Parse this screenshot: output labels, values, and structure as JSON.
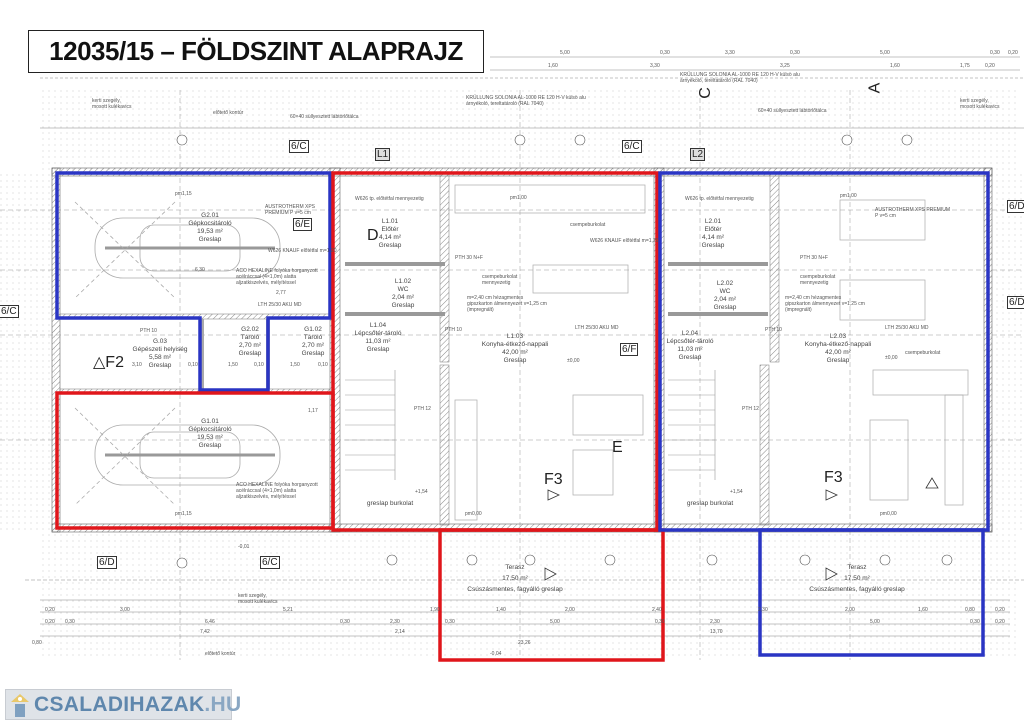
{
  "title": "12035/15 – FÖLDSZINT ALAPRAJZ",
  "colors": {
    "unit1": "#e0161b",
    "unit2": "#2a35c4",
    "walls": "#555555",
    "logo": "#5f87ad"
  },
  "rooms": [
    {
      "id": "G2.01",
      "name": "Gépkocsitároló",
      "area": "19,53 m²",
      "floor": "Greslap"
    },
    {
      "id": "G.03",
      "name": "Gépészeti helyiség",
      "area": "5,58 m²",
      "floor": "Greslap"
    },
    {
      "id": "G2.02",
      "name": "Tároló",
      "area": "2,70 m²",
      "floor": "Greslap"
    },
    {
      "id": "G1.02",
      "name": "Tároló",
      "area": "2,70 m²",
      "floor": "Greslap"
    },
    {
      "id": "G1.01",
      "name": "Gépkocsitároló",
      "area": "19,53 m²",
      "floor": "Greslap"
    },
    {
      "id": "L1.01",
      "name": "Előtér",
      "area": "4,14 m²",
      "floor": "Greslap"
    },
    {
      "id": "L1.02",
      "name": "WC",
      "area": "2,04 m²",
      "floor": "Greslap"
    },
    {
      "id": "L1.04",
      "name": "Lépcsőtér-tároló",
      "area": "11,03 m²",
      "floor": "Greslap"
    },
    {
      "id": "L1.03",
      "name": "Konyha-étkező-nappali",
      "area": "42,00 m²",
      "floor": "Greslap"
    },
    {
      "id": "L2.01",
      "name": "Előtér",
      "area": "4,14 m²",
      "floor": "Greslap"
    },
    {
      "id": "L2.02",
      "name": "WC",
      "area": "2,04 m²",
      "floor": "Greslap"
    },
    {
      "id": "L2.04",
      "name": "Lépcsőtér-tároló",
      "area": "11,03 m²",
      "floor": "Greslap"
    },
    {
      "id": "L2.03",
      "name": "Konyha-étkező-nappali",
      "area": "42,00 m²",
      "floor": "Greslap"
    },
    {
      "id": "Terasz",
      "name": "",
      "area": "17,50 m²",
      "floor": "Csúszásmentes, fagyálló greslap"
    },
    {
      "id": "Terasz",
      "name": "",
      "area": "17,50 m²",
      "floor": "Csúszásmentes, fagyálló greslap"
    }
  ],
  "tags": {
    "c6_1": "6/C",
    "c6_2": "6/C",
    "c6_3": "6/C",
    "c6_4": "6/C",
    "e6": "6/E",
    "f6": "6/F",
    "d6_1": "6/D",
    "d6_2": "6/D",
    "d6_3": "6/D",
    "l1": "L1",
    "l2": "L2"
  },
  "marks": {
    "f2": "△F2",
    "f3a": "F3",
    "f3b": "F3",
    "d": "D",
    "e": "E",
    "c": "C",
    "a": "A"
  },
  "notes": {
    "austro1": "AUSTROTHERM XPS PREMIUM P v=5 cm",
    "austro2": "AUSTROTHERM XPS PREMIUM P v=5 cm",
    "aco1": "ACO HEXALINE folyóka horganyzott acélráccsal (4×1,0m) alatta aljzatkiszelvés, mélyítéssel",
    "aco2": "ACO HEXALINE folyóka horganyzott acélráccsal (4×1,0m) alatta aljzatkiszelvés, mélyítéssel",
    "lth1": "LTH 25/30 AKU MD",
    "lth2": "LTH 25/30 AKU MD",
    "lth3": "LTH 25/30 AKU MD",
    "pth10a": "PTH 10",
    "pth10b": "PTH 10",
    "pth10c": "PTH 10",
    "pth30a": "PTH 30 N+F",
    "pth30b": "PTH 30 N+F",
    "pth12a": "PTH 12",
    "pth12b": "PTH 12",
    "knauf1": "W626 KNAUF előtétfal m=1,20",
    "knauf2": "W626 KNAUF előtétfal m=1,20",
    "w626a": "W626 tp. előtétfal mennyezetig",
    "w626b": "W626 tp. előtétfal mennyezetig",
    "csempe1": "csempeburkolat",
    "csempe2": "csempeburkolat",
    "csempe3": "csempeburkolat mennyezetig",
    "csempe4": "csempeburkolat mennyezetig",
    "gipsz1": "m=2,40 cm hézagmentes gipszkarton álmennyezet v=1,25 cm (impregnált)",
    "gipsz2": "m=2,40 cm hézagmentes gipszkarton álmennyezet v=1,25 cm (impregnált)",
    "greslap1": "greslap burkolat",
    "greslap2": "greslap burkolat",
    "kerti1": "kerti szegély, mosott kulékavics",
    "kerti2": "kerti szegély, mosott kulékavics",
    "kerti3": "kerti szegély, mosott kulékavics",
    "eloteto1": "előtető kontúr",
    "eloteto2": "előtető kontúr",
    "kruller1": "KRÜLLUNG SOLONIA AL-1000 RE 120 H-V külsö alu árnyékoló, tereltatároló (RAL 7040)",
    "kruller2": "KRÜLLUNG SOLONIA AL-1000 RE 120 H-V külsö alu árnyékoló, tereltatároló (RAL 7040)",
    "sulyesz1": "60×40 süllyesztett lábtörlőtálca",
    "sulyesz2": "60×40 süllyesztett lábtörlőtálca",
    "pm115a": "pm1,15",
    "pm115b": "pm1,15",
    "pm100a": "pm1,00",
    "pm100b": "pm1,00",
    "pm000a": "pm0,00",
    "pm000b": "pm0,00",
    "lev000a": "±0,00",
    "lev000b": "±0,00",
    "lev154a": "+1,54",
    "lev154b": "+1,54",
    "lev001": "-0,01",
    "lev004": "-0,04"
  },
  "dims": {
    "top1": [
      "5,00",
      "0,30",
      "3,30",
      "0,30",
      "5,00",
      "0,30",
      "0,20"
    ],
    "top2": [
      "1,60",
      "3,30",
      "3,25",
      "1,60",
      "1,75",
      "0,20"
    ],
    "bot1": [
      "0,20",
      "3,00",
      "5,21",
      "1,90",
      "1,40",
      "2,00",
      "2,40",
      "2,30",
      "2,00",
      "1,60",
      "0,80",
      "0,20"
    ],
    "bot2": [
      "0,20",
      "0,30",
      "6,46",
      "0,30",
      "2,30",
      "0,30",
      "5,00",
      "0,30",
      "2,30",
      "5,00",
      "0,30",
      "0,20"
    ],
    "bot3": [
      "7,42",
      "2,14",
      "13,70"
    ],
    "bot4": [
      "0,80",
      "23,26"
    ],
    "garage": [
      "6,30",
      "2,77",
      "1,17",
      "3,10",
      "0,10",
      "1,50",
      "0,10",
      "1,50",
      "0,10"
    ]
  },
  "logo": {
    "text": "CSALADIHAZAK",
    "tld": ".HU"
  }
}
